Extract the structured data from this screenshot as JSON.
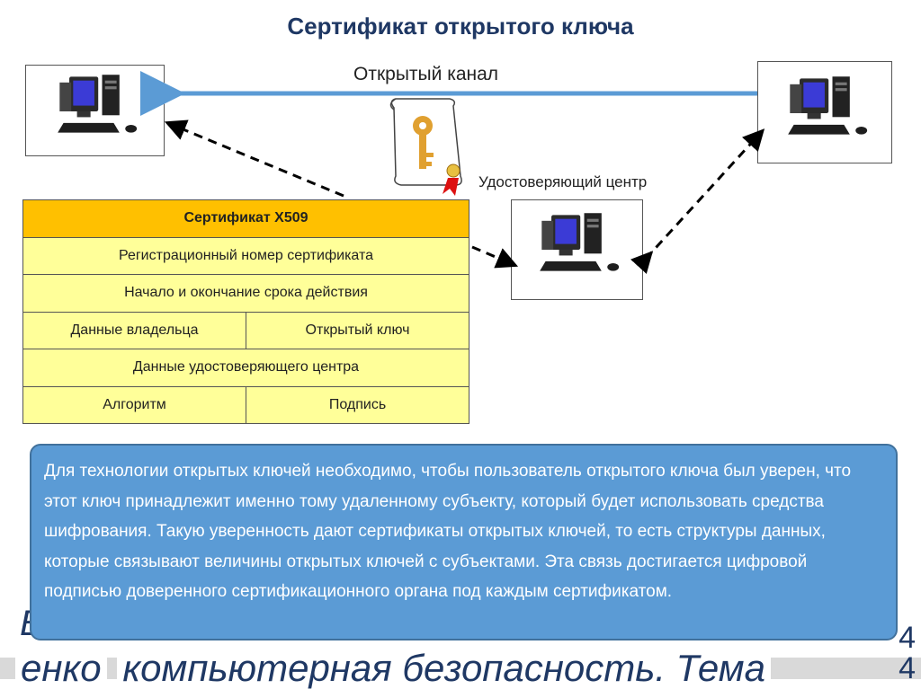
{
  "title": "Сертификат открытого ключа",
  "diagram": {
    "channel_label": "Открытый канал",
    "ca_label": "Удостоверяющий центр",
    "nodes": [
      "computer-left",
      "computer-right",
      "computer-ca"
    ]
  },
  "certificate": {
    "header": "Сертификат X509",
    "reg_number": "Регистрационный номер сертификата",
    "validity": "Начало и окончание срока действия",
    "owner_data": "Данные владельца",
    "public_key": "Открытый ключ",
    "ca_data": "Данные удостоверяющего центра",
    "algorithm": "Алгоритм",
    "signature": "Подпись"
  },
  "info_text": "Для технологии открытых ключей необходимо, чтобы пользователь открытого ключа был уверен, что этот ключ принадлежит именно тому удаленному субъекту, который будет использовать средства шифрования. Такую уверенность дают сертификаты открытых ключей, то есть структуры данных, которые связывают величины открытых ключей с субъектами. Эта связь достигается цифровой подписью доверенного сертификационного органа под каждым сертификатом.",
  "footer": {
    "phrase_left": "енко",
    "phrase_right": "компьютерная безопасность. Тема",
    "corner_glyph": "В",
    "side_number_top": "4",
    "side_number_bottom": "4"
  },
  "colors": {
    "arrow": "#5b9bd5",
    "table_header": "#ffc000",
    "table_body": "#ffff99",
    "info_box": "#5b9bd5",
    "title": "#1f3864"
  }
}
